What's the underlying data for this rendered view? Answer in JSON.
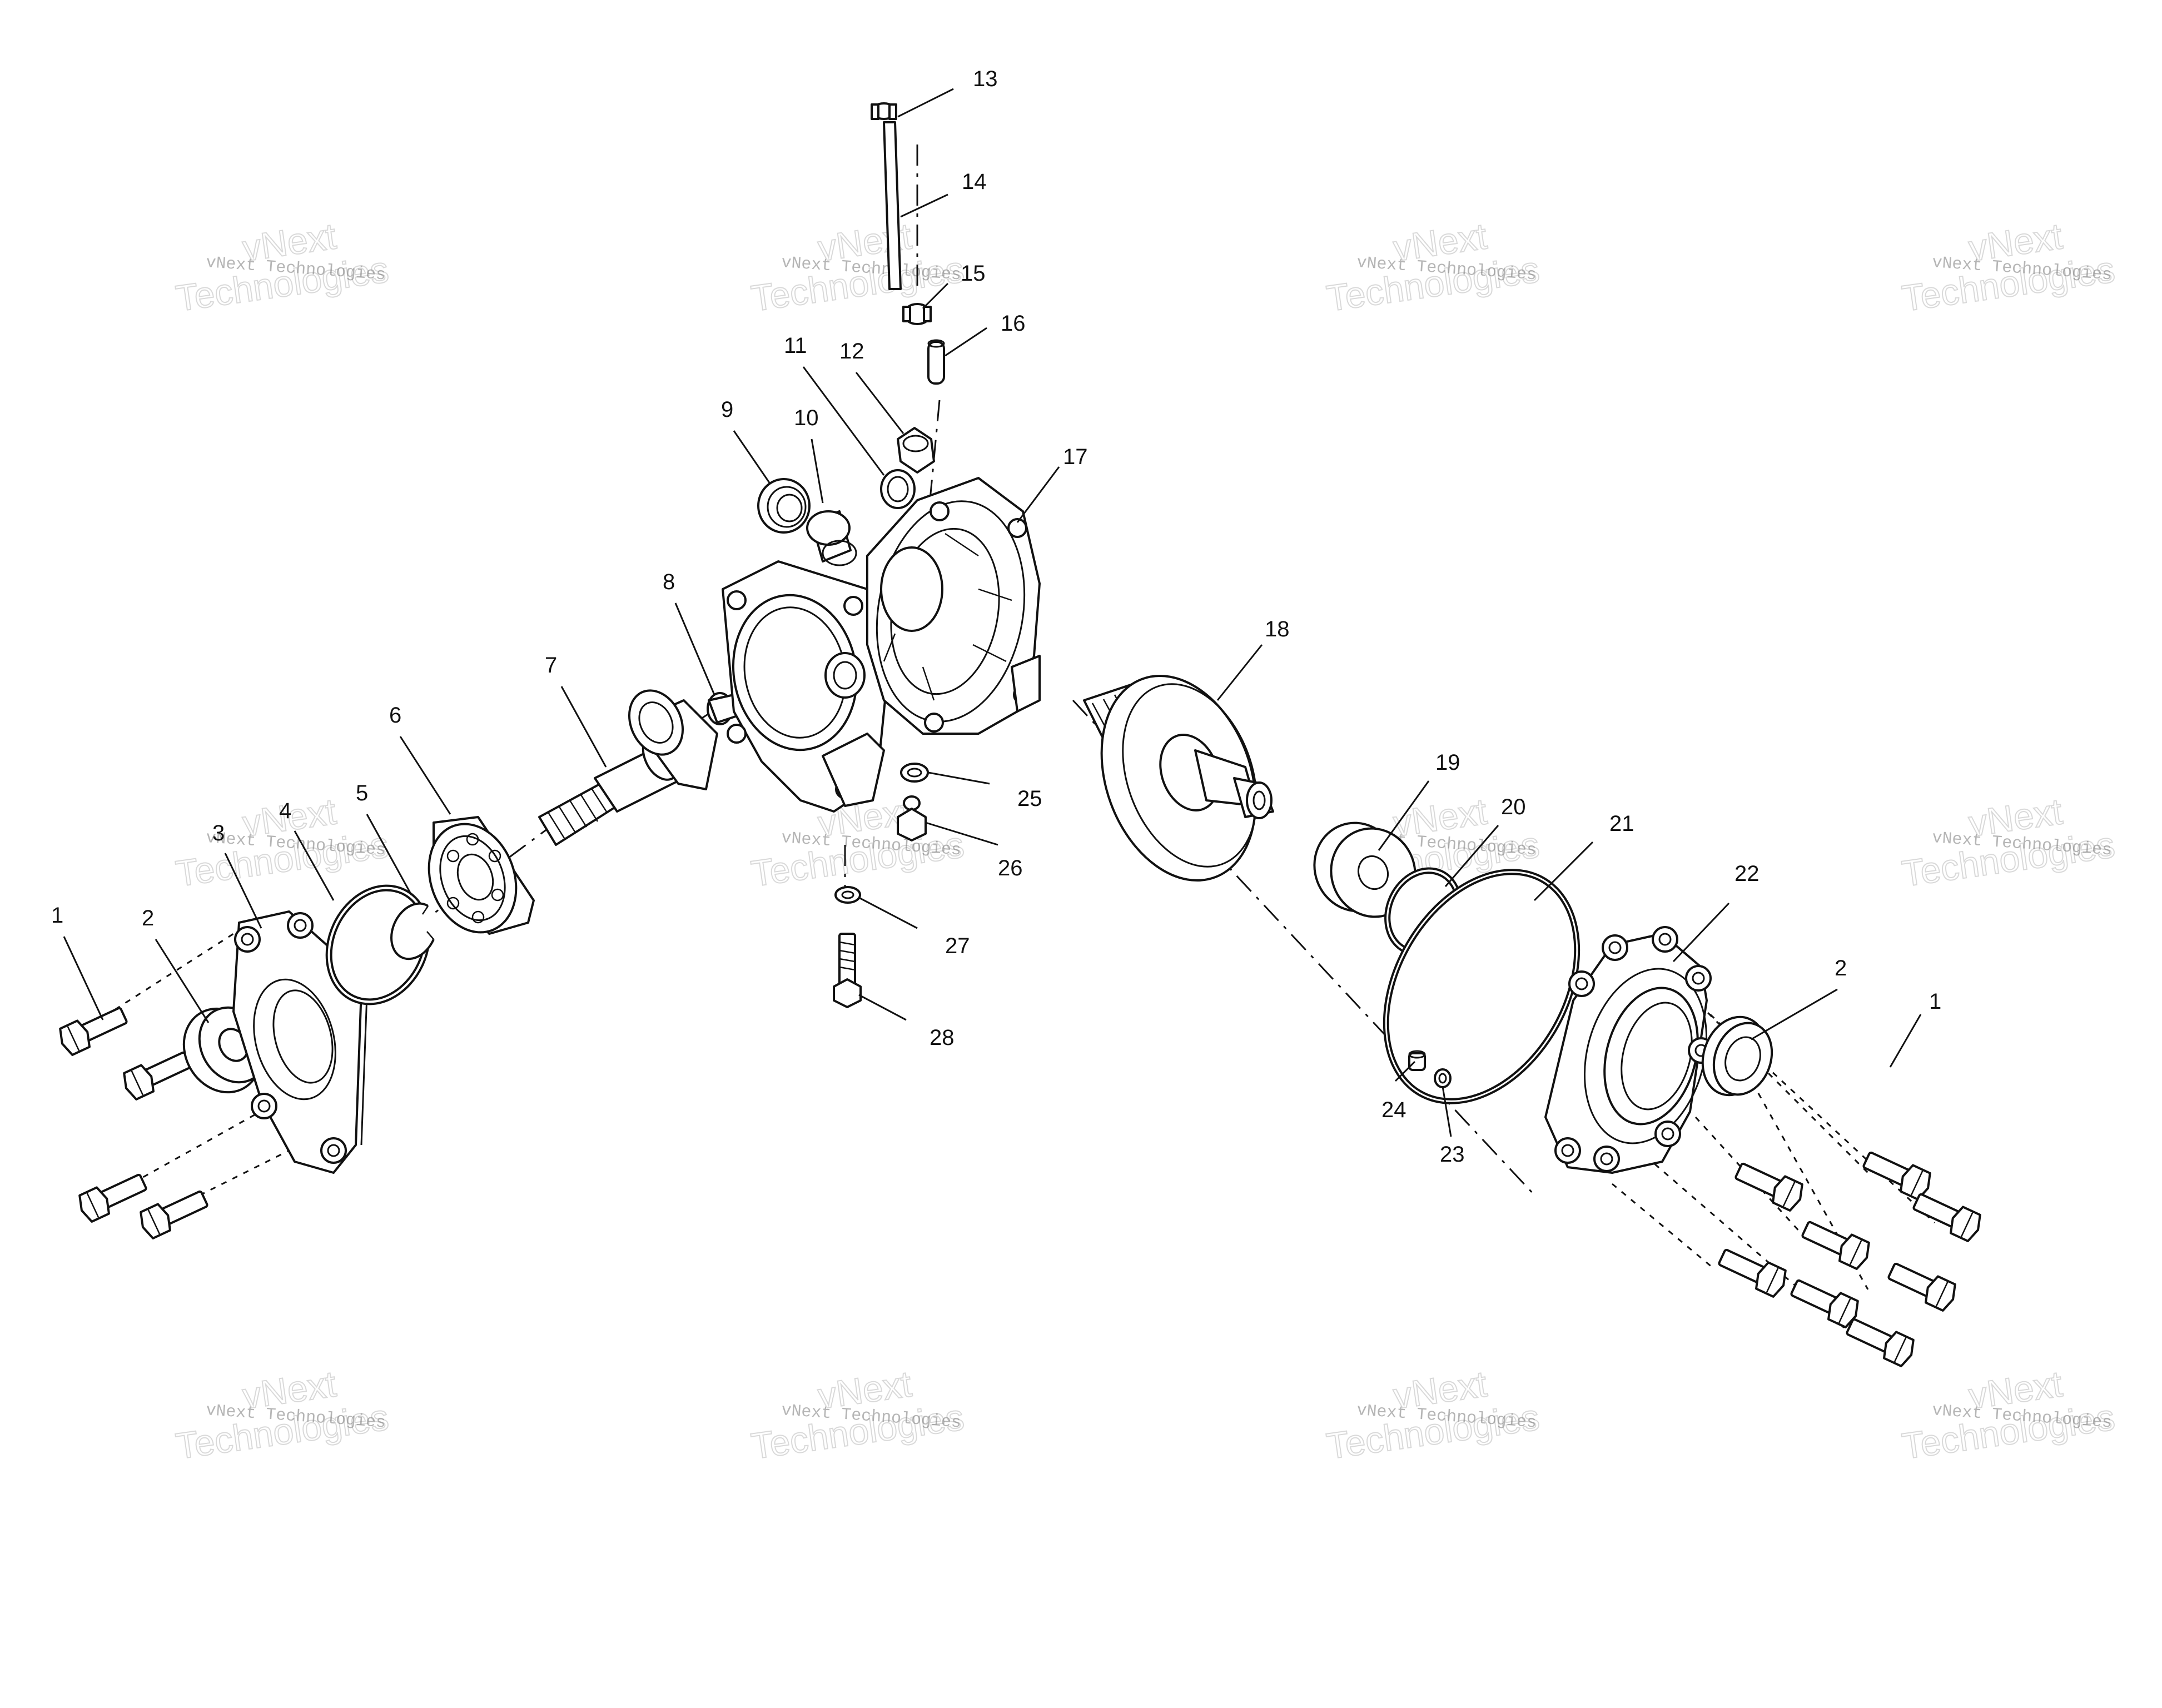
{
  "watermark": {
    "line1": "vNext",
    "line2": "Technologies",
    "caption": "vNext Technologies"
  },
  "callouts": {
    "p1_left": "1",
    "p2_left": "2",
    "p3": "3",
    "p4": "4",
    "p5": "5",
    "p6": "6",
    "p7": "7",
    "p8": "8",
    "p9": "9",
    "p10": "10",
    "p11": "11",
    "p12": "12",
    "p13": "13",
    "p14": "14",
    "p15": "15",
    "p16": "16",
    "p17": "17",
    "p18": "18",
    "p19": "19",
    "p20": "20",
    "p21": "21",
    "p22": "22",
    "p23": "23",
    "p24": "24",
    "p25": "25",
    "p26": "26",
    "p27": "27",
    "p28": "28",
    "p2_right": "2",
    "p1_right": "1"
  }
}
